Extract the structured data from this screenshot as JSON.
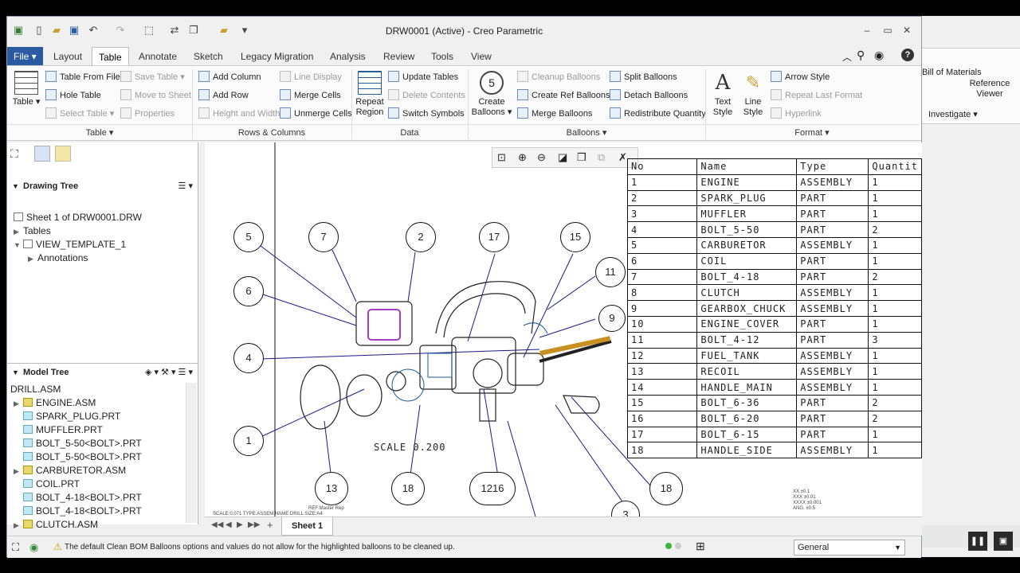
{
  "window": {
    "title": "DRW0001 (Active) - Creo Parametric"
  },
  "tabs": [
    "File",
    "Layout",
    "Table",
    "Annotate",
    "Sketch",
    "Legacy Migration",
    "Analysis",
    "Review",
    "Tools",
    "View"
  ],
  "ribbon": {
    "table_group": {
      "big": "Table",
      "items": [
        "Table From File",
        "Hole Table",
        "Select Table",
        "Save Table",
        "Move to Sheet",
        "Properties"
      ],
      "label": "Table"
    },
    "rows_columns": {
      "items": [
        "Add Column",
        "Add Row",
        "Height and Width",
        "Line Display",
        "Merge Cells",
        "Unmerge Cells"
      ],
      "label": "Rows & Columns"
    },
    "data": {
      "big": "Repeat Region",
      "items": [
        "Update Tables",
        "Delete Contents",
        "Switch Symbols"
      ],
      "label": "Data"
    },
    "balloons": {
      "big": "Create Balloons",
      "items": [
        "Cleanup Balloons",
        "Create Ref Balloons",
        "Merge Balloons",
        "Split Balloons",
        "Detach Balloons",
        "Redistribute Quantity"
      ],
      "label": "Balloons"
    },
    "format": {
      "text_style": "Text Style",
      "line_style": "Line Style",
      "items": [
        "Arrow Style",
        "Repeat Last Format",
        "Hyperlink"
      ],
      "label": "Format"
    }
  },
  "right_panel": {
    "bom": "Bill of Materials",
    "ref": "Reference Viewer",
    "investigate": "Investigate"
  },
  "drawing_tree": {
    "title": "Drawing Tree",
    "items": [
      "Sheet 1 of DRW0001.DRW",
      "Tables",
      "VIEW_TEMPLATE_1",
      "Annotations"
    ]
  },
  "model_tree": {
    "title": "Model Tree",
    "items": [
      "DRILL.ASM",
      "ENGINE.ASM",
      "SPARK_PLUG.PRT",
      "MUFFLER.PRT",
      "BOLT_5-50<BOLT>.PRT",
      "BOLT_5-50<BOLT>.PRT",
      "CARBURETOR.ASM",
      "COIL.PRT",
      "BOLT_4-18<BOLT>.PRT",
      "BOLT_4-18<BOLT>.PRT",
      "CLUTCH.ASM"
    ]
  },
  "bom_table": {
    "headers": [
      "No",
      "Name",
      "Type",
      "Quantit"
    ],
    "rows": [
      [
        "1",
        "ENGINE",
        "ASSEMBLY",
        "1"
      ],
      [
        "2",
        "SPARK_PLUG",
        "PART",
        "1"
      ],
      [
        "3",
        "MUFFLER",
        "PART",
        "1"
      ],
      [
        "4",
        "BOLT_5-50",
        "PART",
        "2"
      ],
      [
        "5",
        "CARBURETOR",
        "ASSEMBLY",
        "1"
      ],
      [
        "6",
        "COIL",
        "PART",
        "1"
      ],
      [
        "7",
        "BOLT_4-18",
        "PART",
        "2"
      ],
      [
        "8",
        "CLUTCH",
        "ASSEMBLY",
        "1"
      ],
      [
        "9",
        "GEARBOX_CHUCK",
        "ASSEMBLY",
        "1"
      ],
      [
        "10",
        "ENGINE_COVER",
        "PART",
        "1"
      ],
      [
        "11",
        "BOLT_4-12",
        "PART",
        "3"
      ],
      [
        "12",
        "FUEL_TANK",
        "ASSEMBLY",
        "1"
      ],
      [
        "13",
        "RECOIL",
        "ASSEMBLY",
        "1"
      ],
      [
        "14",
        "HANDLE_MAIN",
        "ASSEMBLY",
        "1"
      ],
      [
        "15",
        "BOLT_6-36",
        "PART",
        "2"
      ],
      [
        "16",
        "BOLT_6-20",
        "PART",
        "2"
      ],
      [
        "17",
        "BOLT_6-15",
        "PART",
        "1"
      ],
      [
        "18",
        "HANDLE_SIDE",
        "ASSEMBLY",
        "1"
      ]
    ]
  },
  "balloons": [
    "5",
    "7",
    "2",
    "17",
    "15",
    "11",
    "6",
    "9",
    "4",
    "1",
    "13",
    "18",
    "1216",
    "18",
    "3"
  ],
  "drawing": {
    "scale_note": "SCALE 0.200",
    "footer": "SCALE:0.071  TYPE:ASSEM  NAME:DRILL  SIZE:A4",
    "ref": "REF:Master Rep",
    "tolerances": [
      "XX ±0.1",
      "XXX ±0.01",
      "XXXX ±0.001",
      "ANG. ±0.5"
    ]
  },
  "sheet_tab": "Sheet 1",
  "status": {
    "message": "The default Clean BOM Balloons options and values do not allow for the highlighted balloons to be cleaned up.",
    "filter": "General"
  }
}
